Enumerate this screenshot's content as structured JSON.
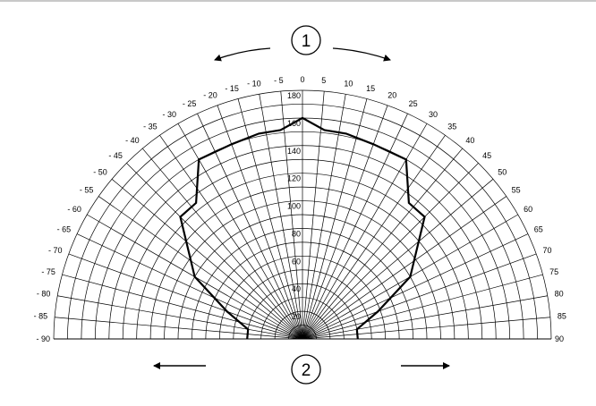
{
  "diagram": {
    "marker_top": "1",
    "marker_bottom": "2",
    "angle_labels_left": [
      "- 5",
      "- 10",
      "- 15",
      "- 20",
      "- 25",
      "- 30",
      "- 35",
      "- 40",
      "- 45",
      "- 50",
      "- 55",
      "- 60",
      "- 65",
      "- 70",
      "- 75",
      "- 80",
      "- 85",
      "- 90"
    ],
    "angle_label_zero": "0",
    "angle_labels_right": [
      "5",
      "10",
      "15",
      "20",
      "25",
      "30",
      "35",
      "40",
      "45",
      "50",
      "55",
      "60",
      "65",
      "70",
      "75",
      "80",
      "85",
      "90"
    ],
    "radial_labels": [
      "20",
      "40",
      "60",
      "80",
      "100",
      "120",
      "140",
      "160",
      "180"
    ]
  },
  "chart_data": {
    "type": "polar",
    "angle_range": [
      -90,
      90
    ],
    "angle_step": 5,
    "radius_range": [
      0,
      180
    ],
    "radius_step": 20,
    "grid": true,
    "series": [
      {
        "points": [
          {
            "angle": -90,
            "r": 40
          },
          {
            "angle": -80,
            "r": 40
          },
          {
            "angle": -70,
            "r": 58
          },
          {
            "angle": -60,
            "r": 90
          },
          {
            "angle": -45,
            "r": 125
          },
          {
            "angle": -38,
            "r": 125
          },
          {
            "angle": -30,
            "r": 150
          },
          {
            "angle": -20,
            "r": 150
          },
          {
            "angle": -12,
            "r": 152
          },
          {
            "angle": -6,
            "r": 152
          },
          {
            "angle": 0,
            "r": 160
          },
          {
            "angle": 6,
            "r": 152
          },
          {
            "angle": 12,
            "r": 152
          },
          {
            "angle": 20,
            "r": 150
          },
          {
            "angle": 30,
            "r": 150
          },
          {
            "angle": 38,
            "r": 125
          },
          {
            "angle": 45,
            "r": 125
          },
          {
            "angle": 60,
            "r": 90
          },
          {
            "angle": 70,
            "r": 58
          },
          {
            "angle": 80,
            "r": 40
          },
          {
            "angle": 90,
            "r": 40
          }
        ]
      }
    ]
  }
}
